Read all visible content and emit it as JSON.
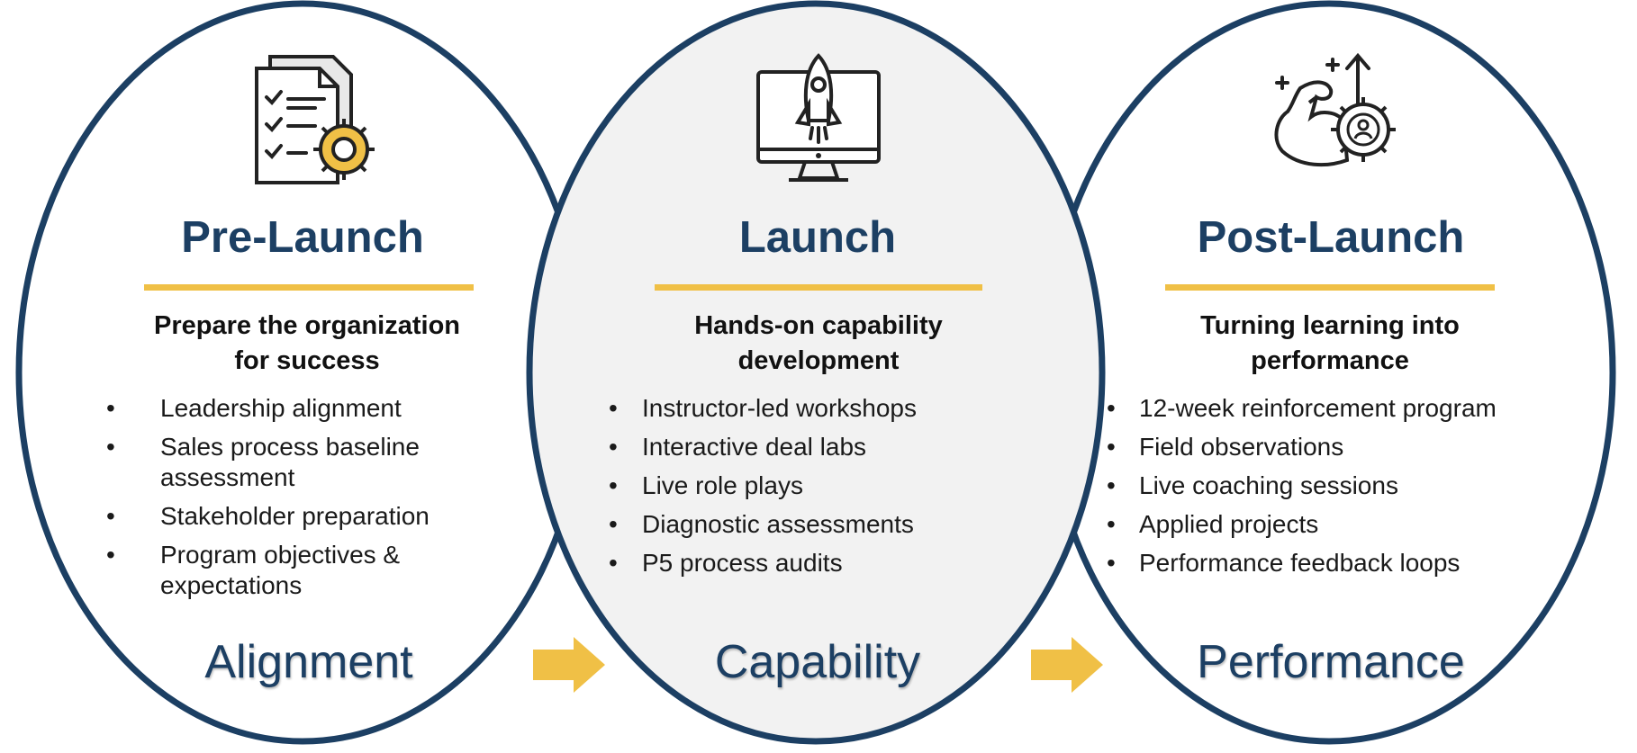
{
  "colors": {
    "navy": "#1c3f63",
    "gold": "#f0c046",
    "center_fill": "#f2f2f2"
  },
  "columns": [
    {
      "icon": "checklist-gear-icon",
      "title": "Pre-Launch",
      "subtitle_line1": "Prepare the organization",
      "subtitle_line2": "for success",
      "bullets": [
        {
          "line1": "Leadership alignment",
          "line2": ""
        },
        {
          "line1": "Sales process baseline",
          "line2": "assessment"
        },
        {
          "line1": "Stakeholder preparation",
          "line2": ""
        },
        {
          "line1": "Program objectives &",
          "line2": "expectations"
        }
      ],
      "footer": "Alignment"
    },
    {
      "icon": "rocket-monitor-icon",
      "title": "Launch",
      "subtitle_line1": "Hands-on capability",
      "subtitle_line2": "development",
      "bullets": [
        {
          "line1": "Instructor-led workshops",
          "line2": ""
        },
        {
          "line1": "Interactive deal labs",
          "line2": ""
        },
        {
          "line1": "Live role plays",
          "line2": ""
        },
        {
          "line1": "Diagnostic assessments",
          "line2": ""
        },
        {
          "line1": "P5 process audits",
          "line2": ""
        }
      ],
      "footer": "Capability"
    },
    {
      "icon": "strength-growth-icon",
      "title": "Post-Launch",
      "subtitle_line1": "Turning learning into",
      "subtitle_line2": "performance",
      "bullets": [
        {
          "line1": "12-week reinforcement program",
          "line2": ""
        },
        {
          "line1": "Field observations",
          "line2": ""
        },
        {
          "line1": "Live coaching sessions",
          "line2": ""
        },
        {
          "line1": "Applied projects",
          "line2": ""
        },
        {
          "line1": "Performance feedback loops",
          "line2": ""
        }
      ],
      "footer": "Performance"
    }
  ],
  "arrows": [
    "right-arrow-icon",
    "right-arrow-icon"
  ]
}
